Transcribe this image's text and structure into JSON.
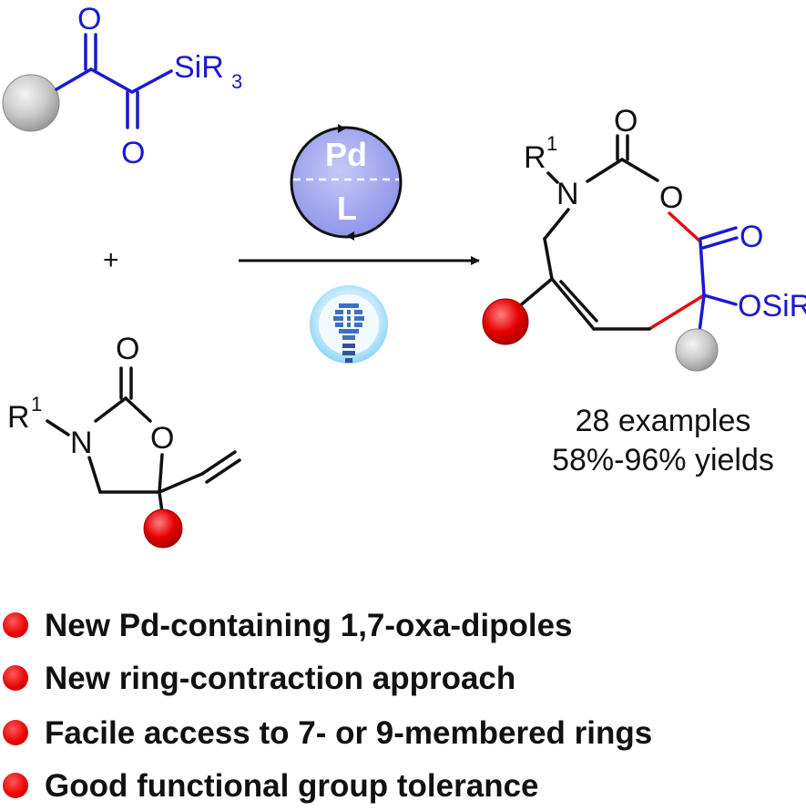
{
  "reagent_top": {
    "silyl": "SiR",
    "silyl_sub": "3",
    "oxygen": "O"
  },
  "plus_sign": "+",
  "reagent_bottom": {
    "r_group": "R",
    "r_sup": "1",
    "nitrogen": "N",
    "oxygen": "O"
  },
  "catalyst": {
    "metal": "Pd",
    "ligand": "L"
  },
  "product": {
    "r_group": "R",
    "r_sup": "1",
    "nitrogen": "N",
    "oxygen": "O",
    "osilyl": "OSiR"
  },
  "summary": {
    "examples": "28 examples",
    "yields": "58%-96% yields"
  },
  "highlights": [
    "New Pd-containing 1,7-oxa-dipoles",
    "New ring-contraction approach",
    "Facile access to 7- or 9-membered rings",
    "Good functional group tolerance"
  ],
  "colors": {
    "blue_bond": "#1a1ad0",
    "red_bond": "#e01010",
    "red_ball": "#e50000",
    "grey_ball": "#c8c8c8",
    "catalyst_fill": "#aab0f0"
  }
}
